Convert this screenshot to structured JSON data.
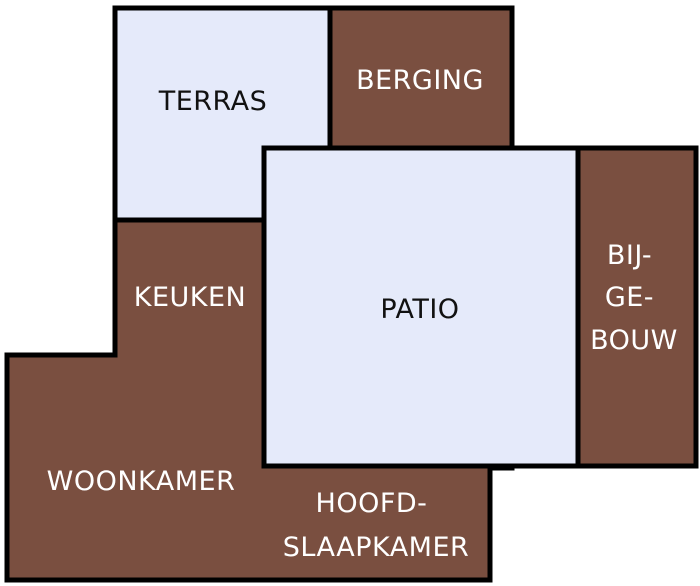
{
  "colors": {
    "indoor_fill": "#7a4f40",
    "outdoor_fill": "#e5eafa",
    "wall": "#000000",
    "label_on_indoor": "#ffffff",
    "label_on_outdoor": "#111111"
  },
  "rooms": {
    "terras": {
      "label": "TERRAS"
    },
    "berging": {
      "label": "BERGING"
    },
    "keuken": {
      "label": "KEUKEN"
    },
    "patio": {
      "label": "PATIO"
    },
    "bijgebouw": {
      "label_lines": [
        "BIJ-",
        "GE-",
        "BOUW"
      ]
    },
    "woonkamer": {
      "label": "WOONKAMER"
    },
    "hoofdslaapkamer": {
      "label_lines": [
        "HOOFD-",
        "SLAAPKAMER"
      ]
    }
  }
}
